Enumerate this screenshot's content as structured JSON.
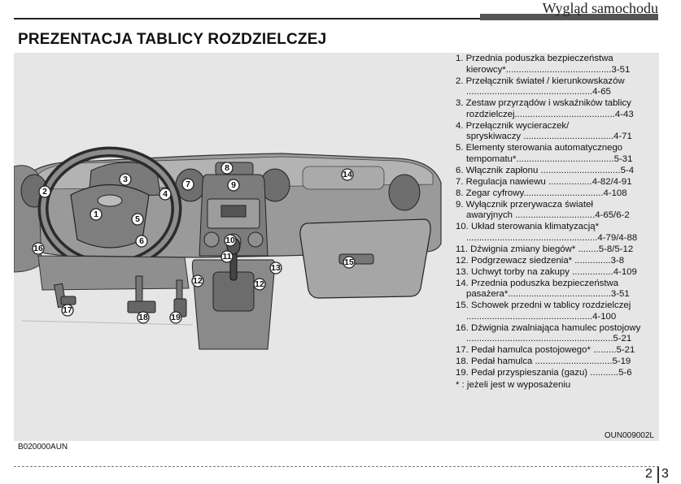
{
  "header": {
    "section_title": "Wygląd samochodu"
  },
  "page": {
    "title": "PREZENTACJA TABLICY ROZDZIELCZEJ"
  },
  "figure": {
    "callouts": [
      "1",
      "2",
      "3",
      "4",
      "5",
      "6",
      "7",
      "8",
      "9",
      "10",
      "11",
      "12",
      "12",
      "13",
      "14",
      "15",
      "16",
      "17",
      "18",
      "19"
    ],
    "legend": [
      {
        "lines": [
          "1. Przednia poduszka bezpieczeństwa",
          "kierowcy*.........................................3-51"
        ]
      },
      {
        "lines": [
          "2. Przełącznik świateł / kierunkowskazów",
          ".................................................4-65"
        ]
      },
      {
        "lines": [
          "3. Zestaw przyrządów i wskaźników tablicy",
          "rozdzielczej.......................................4-43"
        ]
      },
      {
        "lines": [
          "4. Przełącznik wycieraczek/",
          "spryskiwaczy ...................................4-71"
        ]
      },
      {
        "lines": [
          "5. Elementy sterowania automatycznego",
          "tempomatu*......................................5-31"
        ]
      },
      {
        "lines": [
          "6. Włącznik zapłonu ...............................5-4"
        ]
      },
      {
        "lines": [
          "7. Regulacja nawiewu .................4-82/4-91"
        ]
      },
      {
        "lines": [
          "8. Zegar cyfrowy...............................4-108"
        ]
      },
      {
        "lines": [
          "9. Wyłącznik przerywacza świateł",
          "awaryjnych ...............................4-65/6-2"
        ]
      },
      {
        "lines": [
          "10. Układ sterowania klimatyzacją*",
          "...................................................4-79/4-88"
        ]
      },
      {
        "lines": [
          "11. Dźwignia zmiany biegów* ........5-8/5-12"
        ]
      },
      {
        "lines": [
          "12. Podgrzewacz siedzenia* ..............3-8"
        ]
      },
      {
        "lines": [
          "13. Uchwyt torby na zakupy ................4-109"
        ]
      },
      {
        "lines": [
          "14. Przednia poduszka bezpieczeństwa",
          "pasażera*........................................3-51"
        ]
      },
      {
        "lines": [
          "15. Schowek przedni w tablicy rozdzielczej",
          ".................................................4-100"
        ]
      },
      {
        "lines": [
          "16. Dźwignia zwalniająca hamulec postojowy",
          ".........................................................5-21"
        ]
      },
      {
        "lines": [
          "17. Pedał hamulca postojowego* .........5-21"
        ]
      },
      {
        "lines": [
          "18. Pedał hamulca ..............................5-19"
        ]
      },
      {
        "lines": [
          "19. Pedał przyspieszania (gazu) ...........5-6"
        ]
      }
    ],
    "note": "* : jeżeli jest w wyposażeniu",
    "figure_code_right": "OUN009002L",
    "figure_code_left": "B020000AUN"
  },
  "footer": {
    "page_left": "2",
    "page_right": "3"
  }
}
